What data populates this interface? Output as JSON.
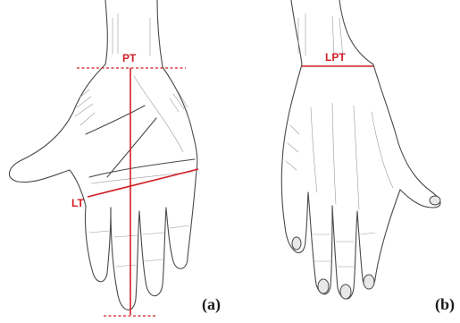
{
  "labels": {
    "pt": "PT",
    "lt": "LT",
    "lpt": "LPT",
    "panel_a": "(a)",
    "panel_b": "(b)"
  },
  "colors": {
    "measure_line": "#d11f25",
    "sketch_stroke": "#4a4a4a",
    "panel_label": "#1a1a1a"
  }
}
